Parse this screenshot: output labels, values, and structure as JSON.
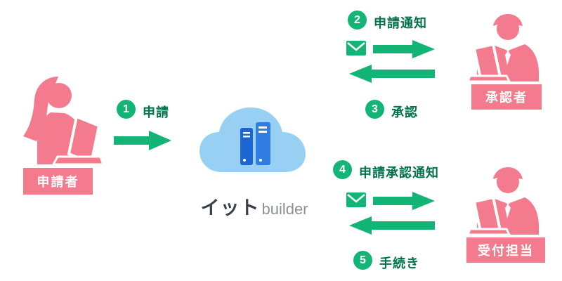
{
  "actors": {
    "applicant": {
      "label": "申請者"
    },
    "approver": {
      "label": "承認者"
    },
    "receptionist": {
      "label": "受付担当"
    }
  },
  "cloud": {
    "brand_main": "イット",
    "brand_sub": "builder"
  },
  "steps": [
    {
      "num": "1",
      "label": "申請"
    },
    {
      "num": "2",
      "label": "申請通知"
    },
    {
      "num": "3",
      "label": "承認"
    },
    {
      "num": "4",
      "label": "申請承認通知"
    },
    {
      "num": "5",
      "label": "手続き"
    }
  ],
  "icons": {
    "mail": "✉",
    "applicant_figure": "woman-at-laptop",
    "staff_figure": "man-at-laptop",
    "cloud_service": "cloud-with-servers"
  },
  "colors": {
    "arrow_green": "#12b576",
    "step_text_green": "#00734d",
    "pink": "#f47b8d",
    "cloud_blue": "#98d0f4",
    "server_blue_dark": "#1d66d2",
    "server_blue_light": "#2f7ce2",
    "brand_dark": "#3b4149",
    "brand_gray": "#8b9097"
  }
}
